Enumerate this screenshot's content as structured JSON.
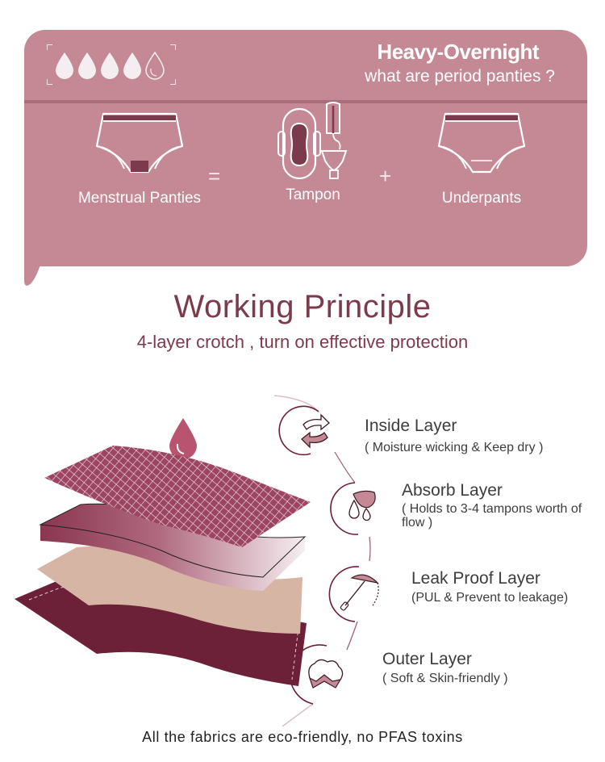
{
  "banner": {
    "absorbency_level": {
      "filled_drops": 4,
      "total_drops": 5,
      "icon": "water-drop-icon"
    },
    "title": "Heavy-Overnight",
    "subtitle": "what are period panties ?",
    "background_color": "#c48995",
    "equation": {
      "items": [
        {
          "label": "Menstrual Panties",
          "icon": "panties-with-pad-icon"
        },
        {
          "operator": "="
        },
        {
          "label": "Tampon",
          "icon": "pad-tampon-cup-icon"
        },
        {
          "operator": "+"
        },
        {
          "label": "Underpants",
          "icon": "underpants-icon"
        }
      ]
    }
  },
  "section": {
    "title": "Working Principle",
    "subtitle": "4-layer crotch , turn on effective protection",
    "accent_color": "#7c3b4d"
  },
  "layers": [
    {
      "name": "Inside Layer",
      "description": "( Moisture wicking & Keep dry )",
      "icon": "exchange-arrows-icon"
    },
    {
      "name": "Absorb Layer",
      "description": "( Holds to 3-4 tampons worth of flow )",
      "icon": "droplets-icon"
    },
    {
      "name": "Leak Proof Layer",
      "description": "(PUL & Prevent to leakage)",
      "icon": "umbrella-icon"
    },
    {
      "name": "Outer Layer",
      "description": "( Soft & Skin-friendly )",
      "icon": "cotton-icon"
    }
  ],
  "diagram": {
    "drop_icon": "blood-drop-icon",
    "layer_colors": [
      "#9b4563",
      "#8a3650",
      "#d6b5a5",
      "#6c2139"
    ]
  },
  "footer": {
    "text": "All the fabrics are eco-friendly, no PFAS toxins"
  }
}
